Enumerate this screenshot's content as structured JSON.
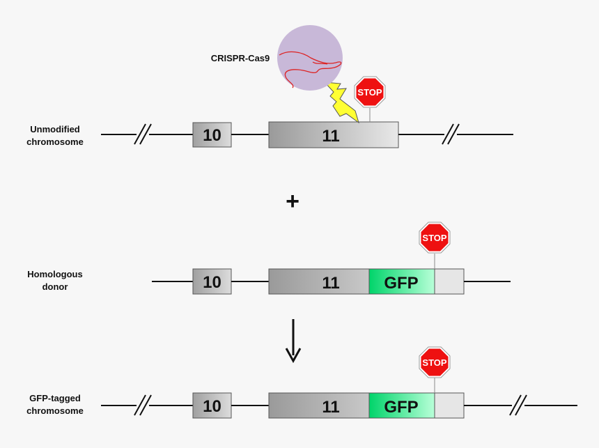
{
  "labels": {
    "unmodified": [
      "Unmodified",
      "chromosome"
    ],
    "homologous": [
      "Homologous",
      "donor"
    ],
    "tagged": [
      "GFP-tagged",
      "chromosome"
    ],
    "crispr": "CRISPR-Cas9"
  },
  "exons": {
    "exon10": "10",
    "exon11": "11"
  },
  "gfp_label": "GFP",
  "stop_label": "STOP",
  "plus_symbol": "+",
  "colors": {
    "background": "#f7f7f7",
    "exon_dark": "#9a9a9a",
    "exon_light": "#e8e8e8",
    "gfp_dark": "#00d46a",
    "gfp_light": "#b8ffd8",
    "stop_red": "#ee1111",
    "cas9_circle": "#c8b8d8",
    "guide_rna": "#dd2222",
    "lightning": "#ffff33"
  },
  "icons": {
    "stop": "stop-sign-icon",
    "cut": "lightning-bolt-icon",
    "cas9": "cas9-complex-icon",
    "arrow": "down-arrow-icon"
  }
}
